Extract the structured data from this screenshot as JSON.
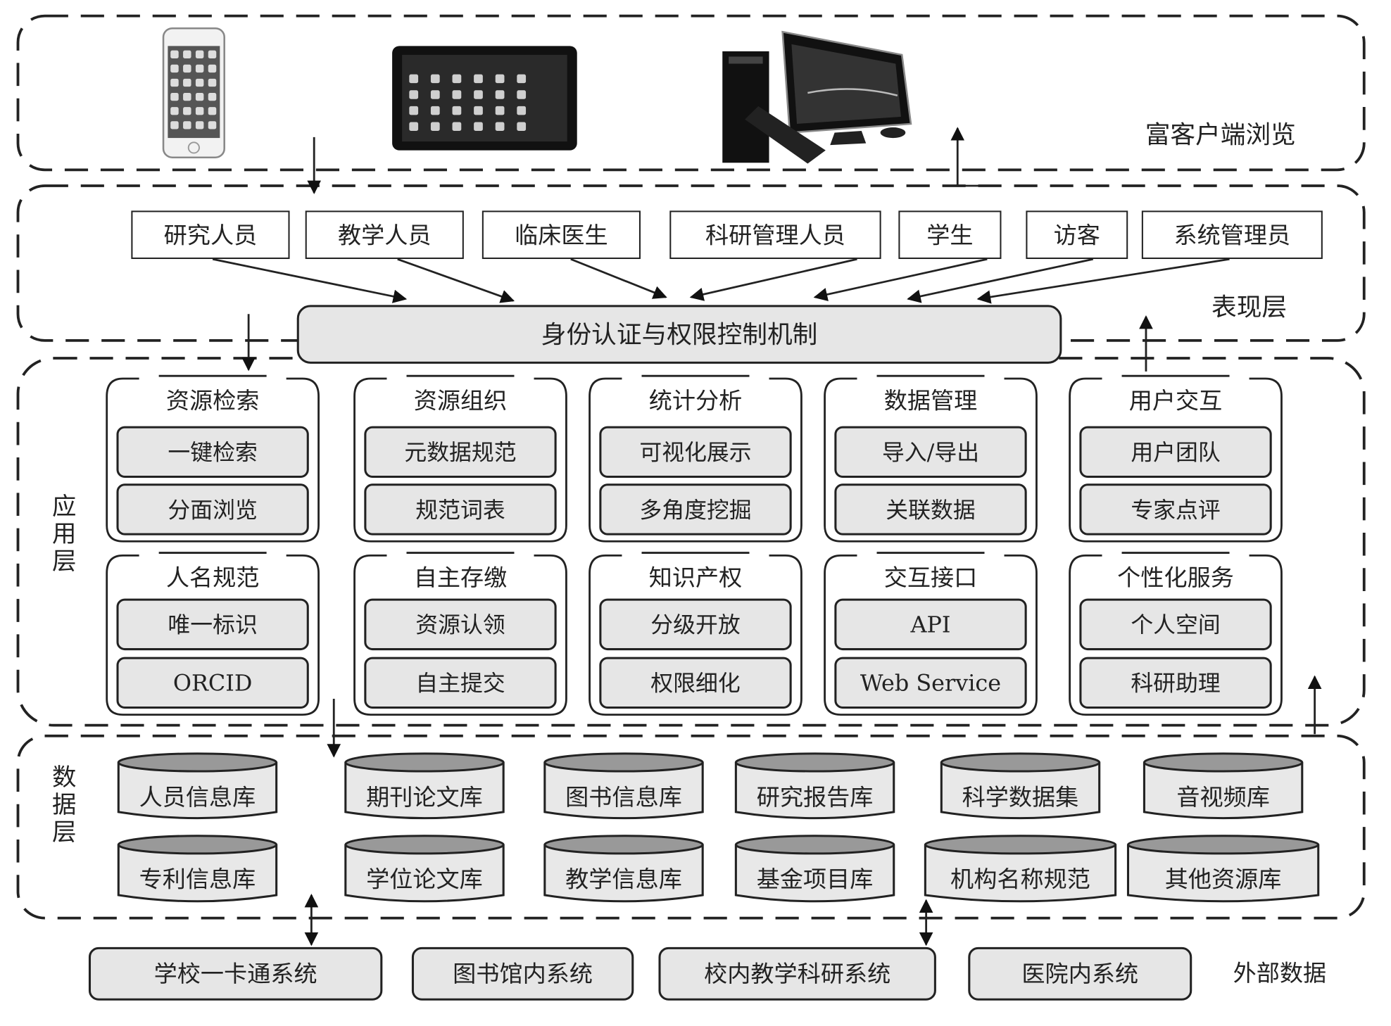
{
  "layers": {
    "client": "富客户端浏览",
    "presentation": "表现层",
    "application": "应用层",
    "data": "数据层",
    "external": "外部数据"
  },
  "devices": [
    "smartphone",
    "tablet",
    "desktop-computer"
  ],
  "roles": [
    "研究人员",
    "教学人员",
    "临床医生",
    "科研管理人员",
    "学生",
    "访客",
    "系统管理员"
  ],
  "auth": "身份认证与权限控制机制",
  "modules": [
    {
      "title": "资源检索",
      "items": [
        "一键检索",
        "分面浏览"
      ]
    },
    {
      "title": "资源组织",
      "items": [
        "元数据规范",
        "规范词表"
      ]
    },
    {
      "title": "统计分析",
      "items": [
        "可视化展示",
        "多角度挖掘"
      ]
    },
    {
      "title": "数据管理",
      "items": [
        "导入/导出",
        "关联数据"
      ]
    },
    {
      "title": "用户交互",
      "items": [
        "用户团队",
        "专家点评"
      ]
    },
    {
      "title": "人名规范",
      "items": [
        "唯一标识",
        "ORCID"
      ]
    },
    {
      "title": "自主存缴",
      "items": [
        "资源认领",
        "自主提交"
      ]
    },
    {
      "title": "知识产权",
      "items": [
        "分级开放",
        "权限细化"
      ]
    },
    {
      "title": "交互接口",
      "items": [
        "API",
        "Web Service"
      ]
    },
    {
      "title": "个性化服务",
      "items": [
        "个人空间",
        "科研助理"
      ]
    }
  ],
  "databases": [
    "人员信息库",
    "期刊论文库",
    "图书信息库",
    "研究报告库",
    "科学数据集",
    "音视频库",
    "专利信息库",
    "学位论文库",
    "教学信息库",
    "基金项目库",
    "机构名称规范",
    "其他资源库"
  ],
  "external_systems": [
    "学校一卡通系统",
    "图书馆内系统",
    "校内教学科研系统",
    "医院内系统"
  ]
}
